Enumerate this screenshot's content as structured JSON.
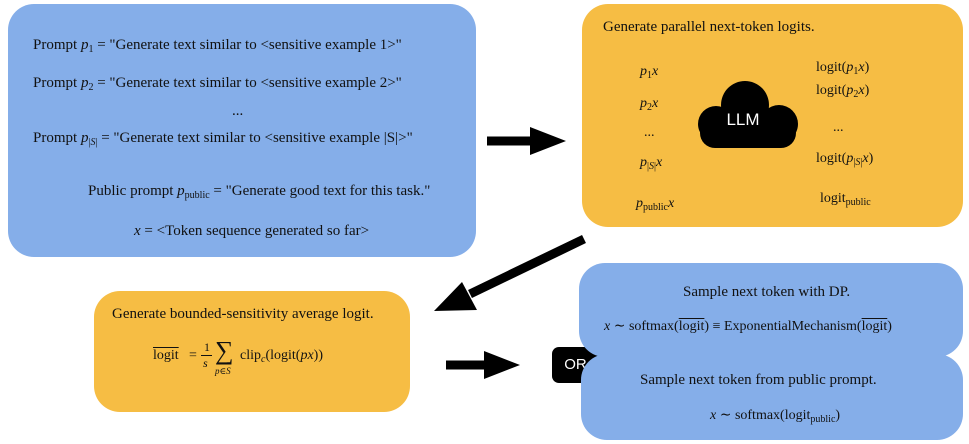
{
  "prompts_box": {
    "p1_prompt": "Prompt",
    "p1_text": "= \"Generate text similar to <sensitive example 1>\"",
    "p2_prompt": "Prompt",
    "p2_text": "= \"Generate text similar to <sensitive example 2>\"",
    "ellipsis": "...",
    "pS_prompt": "Prompt",
    "pS_text": "= \"Generate text similar to <sensitive example |S|>\"",
    "public_prefix": "Public prompt",
    "public_text": "= \"Generate good text for this task.\"",
    "x_text": "= <Token sequence generated so far>"
  },
  "logits_box": {
    "title": "Generate parallel next-token logits.",
    "left_ellipsis": "...",
    "right_ellipsis": "...",
    "llm_label": "LLM"
  },
  "average_box": {
    "title": "Generate bounded-sensitivity average logit."
  },
  "or_badge": "OR",
  "dp_box": {
    "title": "Sample next token with DP.",
    "formula_mid": "≡ ExponentialMechanism("
  },
  "public_box": {
    "title": "Sample next token from public prompt."
  },
  "colors": {
    "blue": "#85aee9",
    "orange": "#f6bd44",
    "arrow": "#000000"
  },
  "icons": [
    "cloud-icon",
    "arrow-right-icon",
    "arrow-down-left-icon"
  ]
}
